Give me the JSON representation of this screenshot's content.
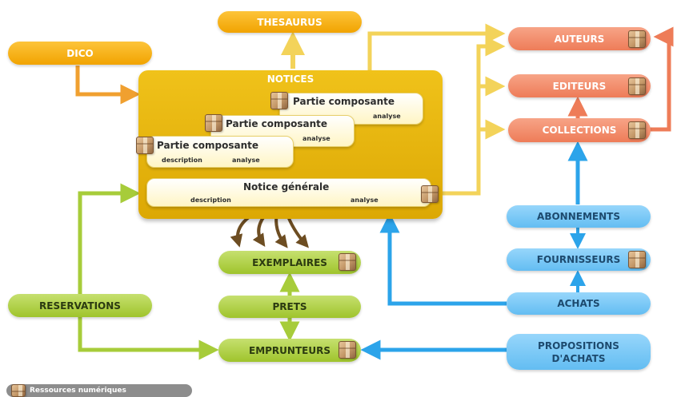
{
  "notices": {
    "title": "NOTICES",
    "parts": [
      {
        "label": "Partie composante",
        "analyse": "analyse"
      },
      {
        "label": "Partie composante",
        "analyse": "analyse"
      },
      {
        "label": "Partie composante",
        "description": "description",
        "analyse": "analyse"
      }
    ],
    "general": {
      "label": "Notice générale",
      "description": "description",
      "analyse": "analyse"
    }
  },
  "nodes": {
    "thesaurus": "THESAURUS",
    "dico": "DICO",
    "auteurs": "AUTEURS",
    "editeurs": "EDITEURS",
    "collections": "COLLECTIONS",
    "abonnements": "ABONNEMENTS",
    "fournisseurs": "FOURNISSEURS",
    "achats": "ACHATS",
    "propositions_line1": "PROPOSITIONS",
    "propositions_line2": "D'ACHATS",
    "exemplaires": "EXEMPLAIRES",
    "prets": "PRETS",
    "emprunteurs": "EMPRUNTEURS",
    "reservations": "RESERVATIONS"
  },
  "legend": {
    "label": "Ressources numériques",
    "icon": "resource-box-icon"
  },
  "colors": {
    "orange": "#f1a300",
    "gold": "#dca804",
    "coral": "#ee7c58",
    "green": "#9fc42c",
    "blue": "#2ca4ea"
  }
}
